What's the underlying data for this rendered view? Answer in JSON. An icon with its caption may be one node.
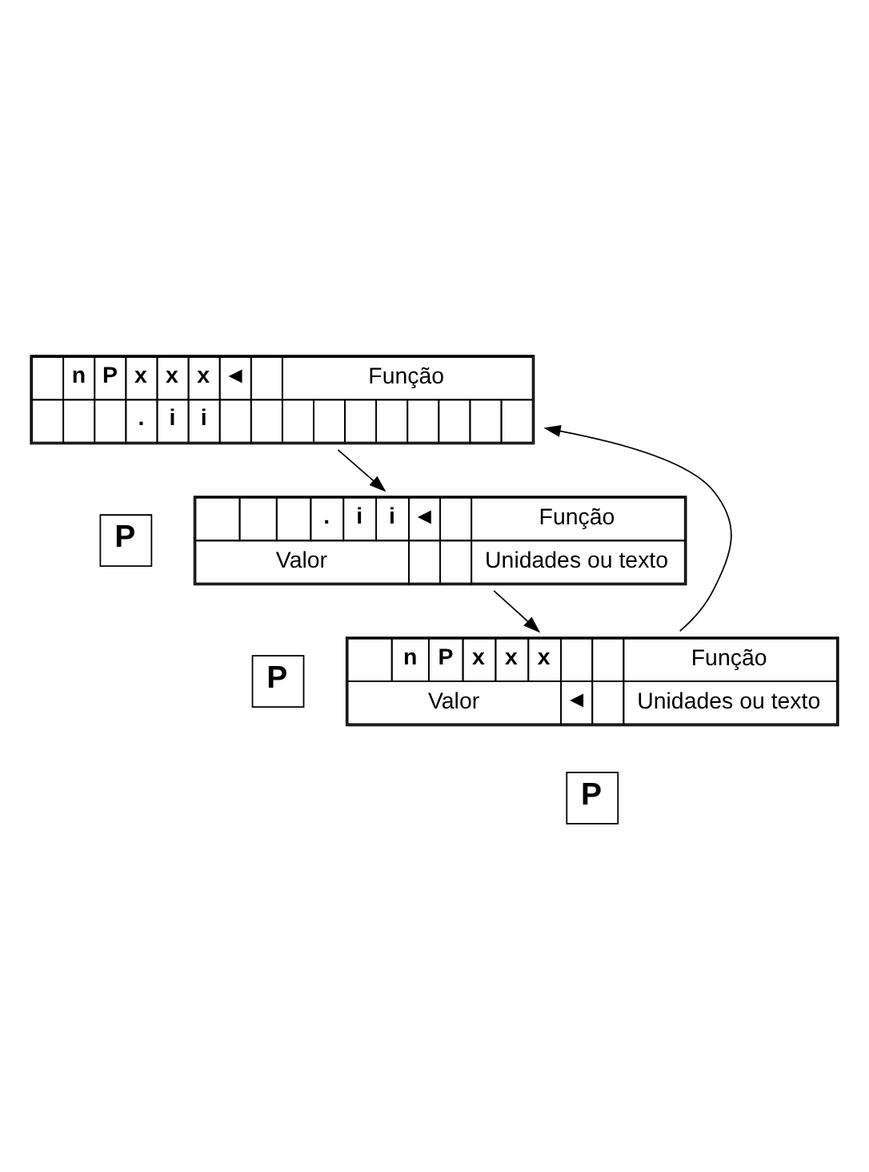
{
  "diagram": {
    "nodes": [
      {
        "text": [
          "n",
          "P",
          "x",
          "x",
          "x",
          "◄",
          "Função",
          ".",
          "i",
          "i"
        ]
      },
      {
        "text": [
          "P"
        ]
      },
      {
        "text": [
          ".",
          "i",
          "i",
          "◄",
          "Função",
          "Valor",
          "Unidades ou texto"
        ]
      },
      {
        "text": [
          "P"
        ]
      },
      {
        "text": [
          "n",
          "P",
          "x",
          "x",
          "x",
          "Função",
          "Valor",
          "◄",
          "Unidades ou texto"
        ]
      },
      {
        "text": [
          "P"
        ]
      }
    ],
    "edges": [
      {
        "from": 0,
        "to": 2,
        "arrow": "to"
      },
      {
        "from": 2,
        "to": 4,
        "arrow": "to"
      },
      {
        "from": 4,
        "to": 0,
        "arrow": "to"
      }
    ]
  }
}
